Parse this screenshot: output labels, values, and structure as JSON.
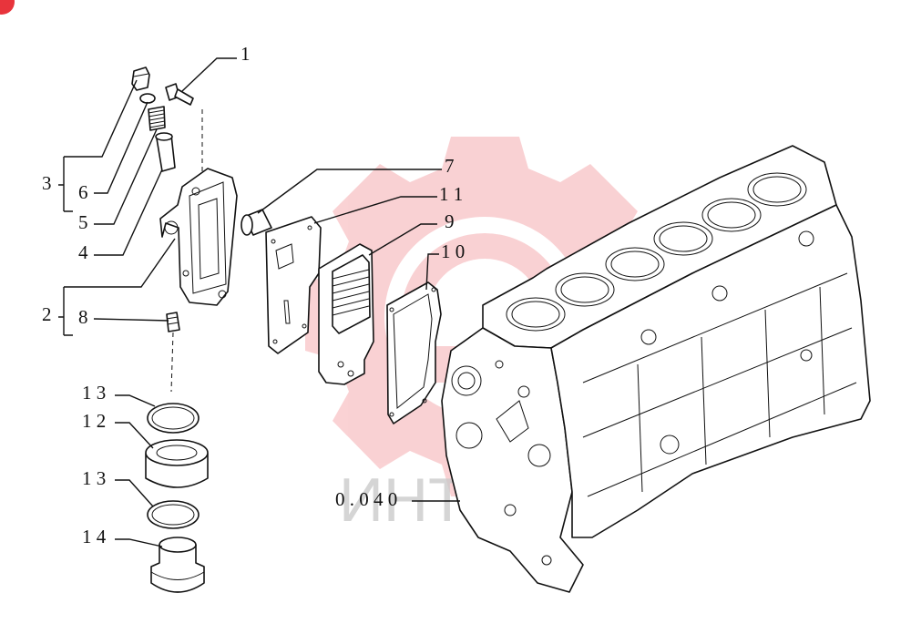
{
  "diagram": {
    "callouts": [
      {
        "id": "1",
        "text": "1"
      },
      {
        "id": "2",
        "text": "2"
      },
      {
        "id": "3",
        "text": "3"
      },
      {
        "id": "4",
        "text": "4"
      },
      {
        "id": "5",
        "text": "5"
      },
      {
        "id": "6",
        "text": "6"
      },
      {
        "id": "7",
        "text": "7"
      },
      {
        "id": "8",
        "text": "8"
      },
      {
        "id": "9",
        "text": "9"
      },
      {
        "id": "10",
        "text": "1 0"
      },
      {
        "id": "11",
        "text": "1 1"
      },
      {
        "id": "12",
        "text": "1 2"
      },
      {
        "id": "13a",
        "text": "1 3"
      },
      {
        "id": "13b",
        "text": "1 3"
      },
      {
        "id": "14",
        "text": "1 4"
      },
      {
        "id": "ref",
        "text": "0 . 0 4 0"
      }
    ],
    "watermark": {
      "text": "ИНТЕХ",
      "color": "#e8343c"
    }
  }
}
